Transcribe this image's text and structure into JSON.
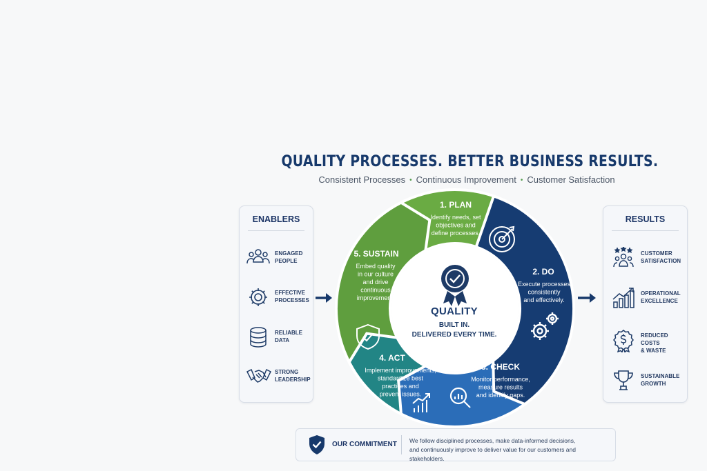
{
  "header": {
    "title": "QUALITY PROCESSES. BETTER BUSINESS RESULTS.",
    "tagline_items": [
      "Consistent Processes",
      "Continuous Improvement",
      "Customer Satisfaction"
    ],
    "separator": "•"
  },
  "enablers": {
    "title": "ENABLERS",
    "items": [
      {
        "icon": "people-icon",
        "line1": "ENGAGED",
        "line2": "PEOPLE"
      },
      {
        "icon": "gear-icon",
        "line1": "EFFECTIVE",
        "line2": "PROCESSES"
      },
      {
        "icon": "database-icon",
        "line1": "RELIABLE",
        "line2": "DATA"
      },
      {
        "icon": "handshake-icon",
        "line1": "STRONG",
        "line2": "LEADERSHIP"
      }
    ]
  },
  "results": {
    "title": "RESULTS",
    "items": [
      {
        "icon": "customer-stars-icon",
        "line1": "CUSTOMER",
        "line2": "SATISFACTION"
      },
      {
        "icon": "growth-chart-icon",
        "line1": "OPERATIONAL",
        "line2": "EXCELLENCE"
      },
      {
        "icon": "dollar-badge-icon",
        "line1": "REDUCED COSTS",
        "line2": "& WASTE"
      },
      {
        "icon": "trophy-icon",
        "line1": "SUSTAINABLE",
        "line2": "GROWTH"
      }
    ]
  },
  "cycle": {
    "segments": [
      {
        "title": "1. PLAN",
        "lines": [
          "Identify needs, set",
          "objectives and",
          "define processes."
        ],
        "color": "#163c72",
        "icon": "target-icon"
      },
      {
        "title": "2. DO",
        "lines": [
          "Execute processes",
          "consistently",
          "and effectively."
        ],
        "color": "#2b6db8",
        "icon": "gears-icon"
      },
      {
        "title": "3. CHECK",
        "lines": [
          "Monitor performance,",
          "measure results",
          "and identify gaps."
        ],
        "color": "#228585",
        "icon": "magnifier-chart-icon"
      },
      {
        "title": "4. ACT",
        "lines": [
          "Implement improvements,",
          "standardize best",
          "practices and",
          "prevent issues."
        ],
        "color": "#5f9e3e",
        "icon": "shield-check-icon"
      },
      {
        "title": "5. SUSTAIN",
        "lines": [
          "Embed quality",
          "in our culture",
          "and drive",
          "continuous",
          "improvement."
        ],
        "color": "#6aab43",
        "icon": "trend-chart-icon"
      }
    ],
    "center": {
      "title": "QUALITY",
      "line1": "BUILT IN.",
      "line2": "DELIVERED EVERY TIME."
    }
  },
  "commitment": {
    "title": "OUR COMMITMENT",
    "line1": "We follow disciplined processes, make data-informed decisions,",
    "line2": "and continuously improve to deliver value for our customers and stakeholders."
  },
  "colors": {
    "navy": "#17396b",
    "plan": "#163c72",
    "do": "#2b6db8",
    "check": "#228585",
    "act": "#5f9e3e",
    "sustain": "#6aab43"
  }
}
